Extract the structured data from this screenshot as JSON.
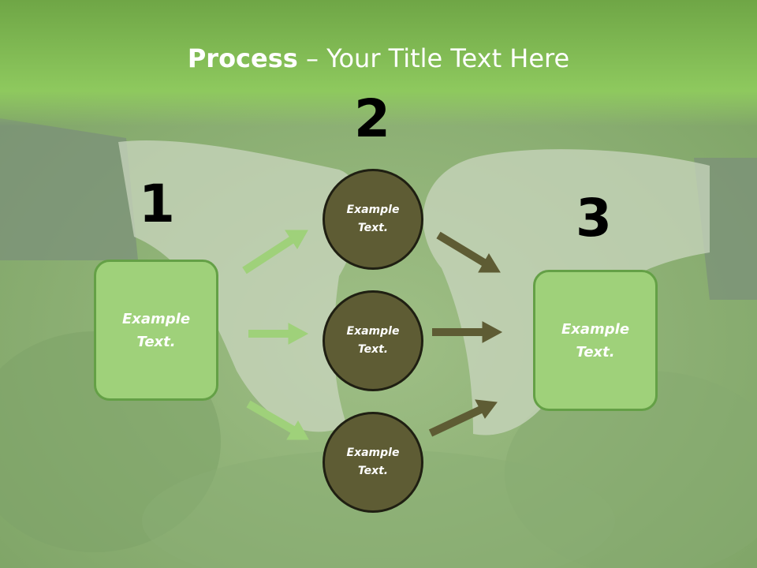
{
  "title": {
    "bold": "Process",
    "rest": " – Your Title Text Here"
  },
  "steps": [
    {
      "number": "1",
      "text": "Example\nText."
    },
    {
      "number": "2",
      "items": [
        "Example\nText.",
        "Example\nText.",
        "Example\nText."
      ]
    },
    {
      "number": "3",
      "text": "Example\nText."
    }
  ],
  "colors": {
    "header_green": "#8cc85a",
    "box_fill": "#9fd17a",
    "box_border": "#64a046",
    "circle_fill": "#5e5c34",
    "circle_border": "#1f1f12",
    "arrow_light": "#9fd17a",
    "arrow_dark": "#5e5c34"
  }
}
